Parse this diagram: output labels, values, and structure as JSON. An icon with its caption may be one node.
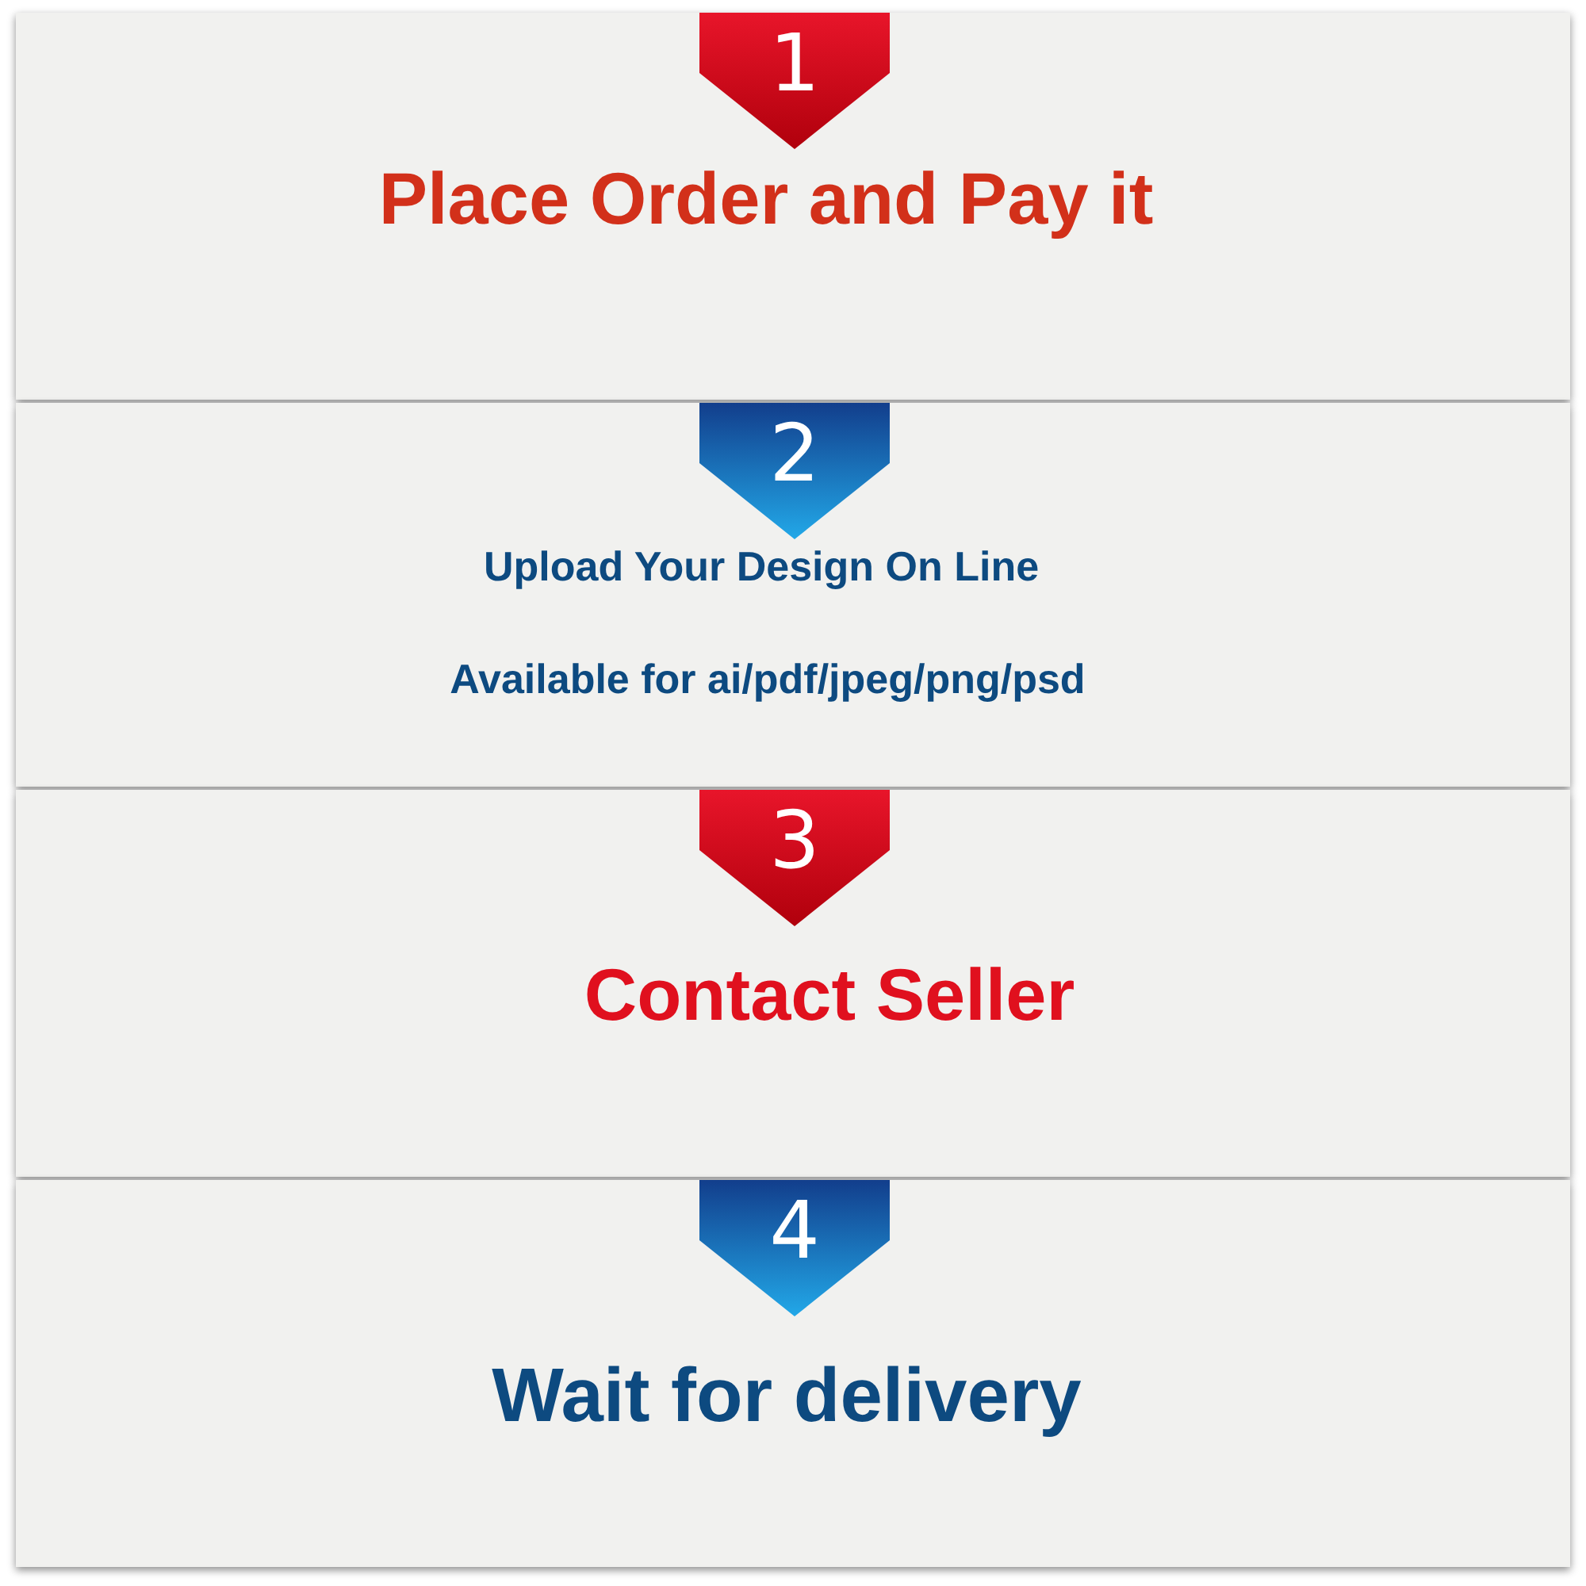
{
  "diagram": {
    "nodes": [
      {
        "text": [
          "Place Order and Pay it"
        ]
      },
      {
        "text": [
          "1"
        ],
        "in": 0
      },
      {
        "text": [
          "Upload Your Design On Line",
          "Available for ai/pdf/jpeg/png/psd"
        ]
      },
      {
        "text": [
          "2"
        ],
        "in": 2
      },
      {
        "text": [
          "Contact Seller"
        ]
      },
      {
        "text": [
          "3"
        ],
        "in": 4
      },
      {
        "text": [
          "Wait for delivery"
        ]
      },
      {
        "text": [
          "4"
        ],
        "in": 6
      }
    ]
  }
}
